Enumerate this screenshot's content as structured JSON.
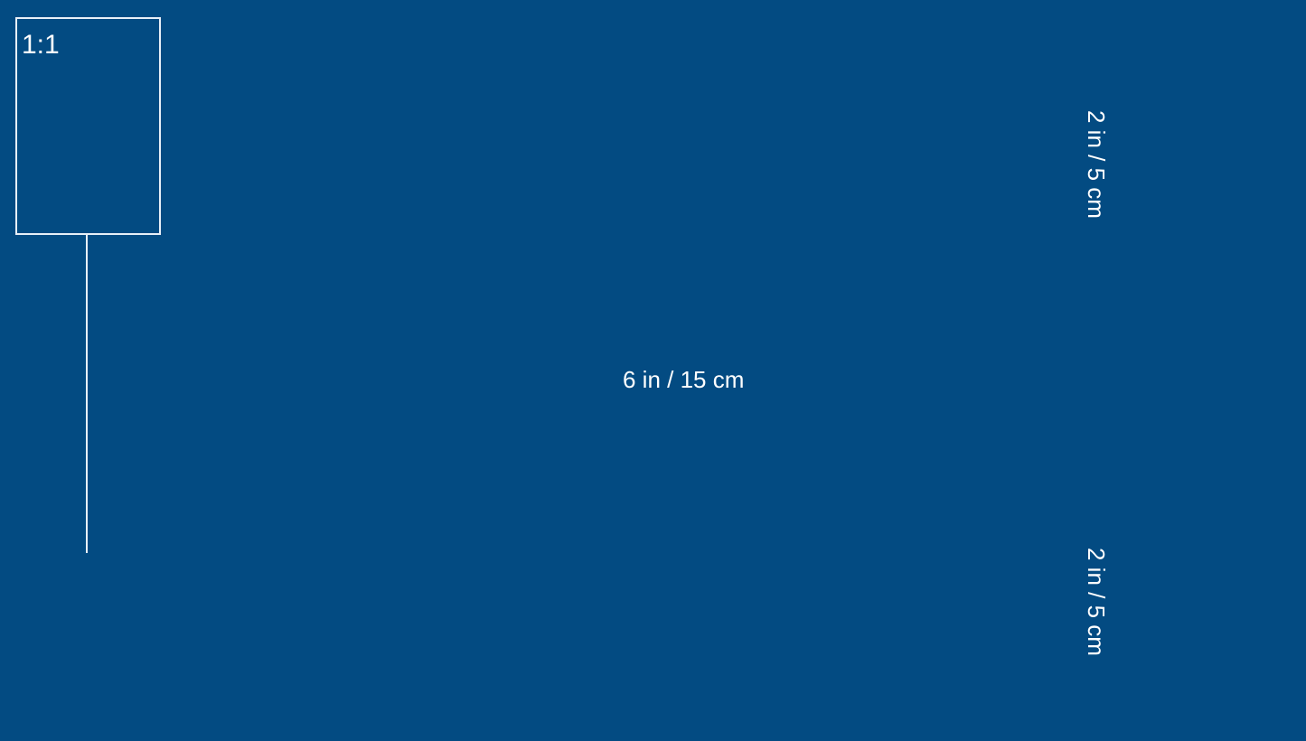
{
  "scale_box": {
    "label": "1:1"
  },
  "dimensions": {
    "top_view_width": "2 in / 5 cm",
    "length": "6 in / 15 cm",
    "side_view_height": "2 in / 5 cm"
  },
  "colors": {
    "background": "#034b82",
    "line": "#e8f0f8",
    "panel_fill": "#2d6aa0"
  },
  "drawings": {
    "top_view": "car-top-view",
    "side_view": "car-side-view",
    "minifigure": "minifigure-reference"
  }
}
